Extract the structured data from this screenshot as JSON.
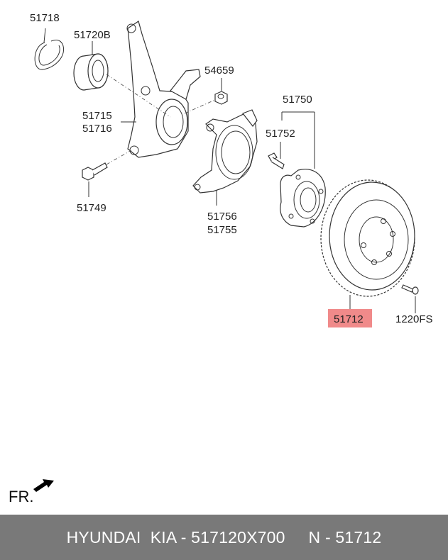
{
  "parts": {
    "snap_ring": "51718",
    "bearing": "51720B",
    "nut": "54659",
    "knuckle_a": "51715",
    "knuckle_b": "51716",
    "bolt": "51749",
    "hub_assy": "51750",
    "hub_bolt": "51752",
    "shield_a": "51756",
    "shield_b": "51755",
    "disc": "51712",
    "screw": "1220FS"
  },
  "direction": {
    "label": "FR."
  },
  "footer": {
    "text": "HYUNDAI  KIA - 517120X700     N - 51712"
  },
  "colors": {
    "highlight": "#f08a8a",
    "footer_bg": "#797979"
  }
}
